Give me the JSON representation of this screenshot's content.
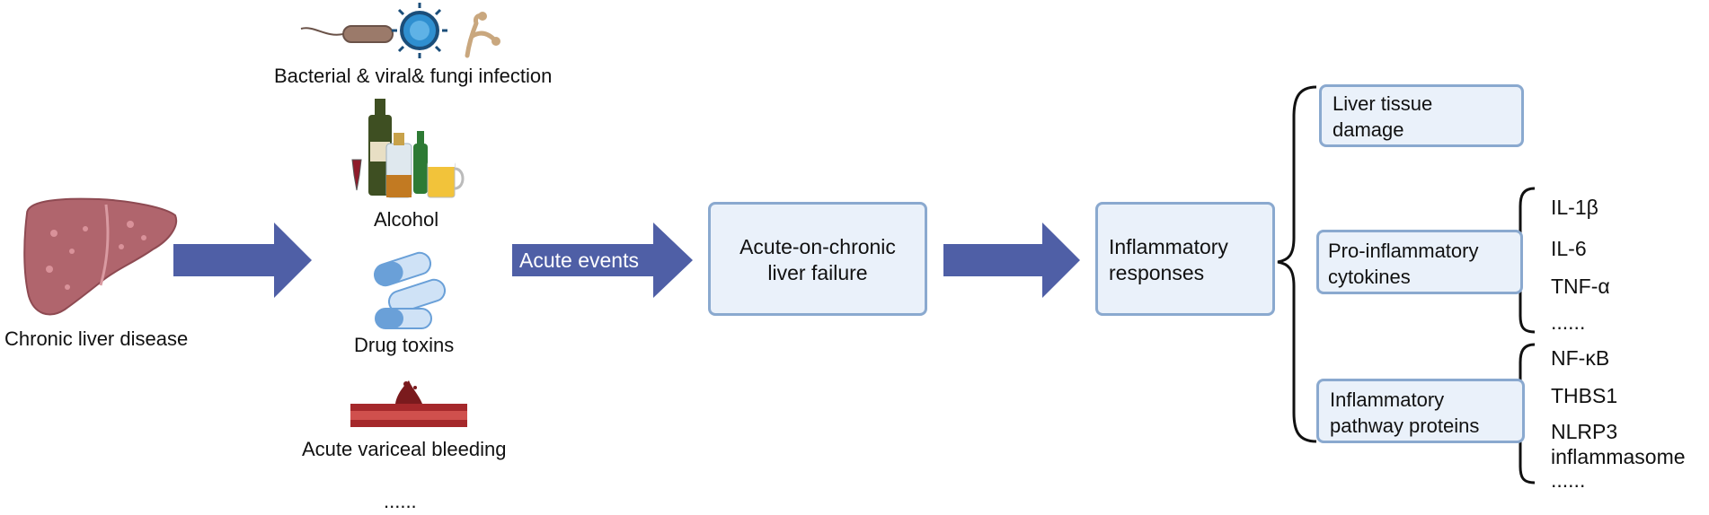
{
  "colors": {
    "arrow_fill": "#4f5fa6",
    "box_fill": "#eaf1fa",
    "box_border": "#8aa9cf",
    "up_arrow": "#c0392b",
    "liver": "#b0656d",
    "bleeding": "#a5282b"
  },
  "source": {
    "label": "Chronic liver disease",
    "icon": "liver-icon"
  },
  "triggers": [
    {
      "label": "Bacterial & viral& fungi infection",
      "icon": "microbes-icon"
    },
    {
      "label": "Alcohol",
      "icon": "alcohol-bottles-icon"
    },
    {
      "label": "Drug toxins",
      "icon": "pills-icon"
    },
    {
      "label": "Acute variceal bleeding",
      "icon": "bleeding-vessel-icon"
    },
    {
      "label": "......"
    }
  ],
  "acute_arrow_label": "Acute events",
  "aclf_box": {
    "line1": "Acute-on-chronic",
    "line2": "liver failure"
  },
  "inflammation_box": {
    "line1": "Inflammatory",
    "line2": "responses"
  },
  "outcomes": [
    {
      "line1": "Liver tissue",
      "line2": "damage"
    },
    {
      "line1": "Pro-inflammatory",
      "line2": "cytokines"
    },
    {
      "line1": "Inflammatory",
      "line2": "pathway proteins"
    }
  ],
  "cytokines": [
    "IL-1β",
    "IL-6",
    "TNF-α",
    "......"
  ],
  "pathway_proteins": [
    "NF-κB",
    "THBS1",
    "NLRP3",
    "inflammasome",
    "......"
  ]
}
